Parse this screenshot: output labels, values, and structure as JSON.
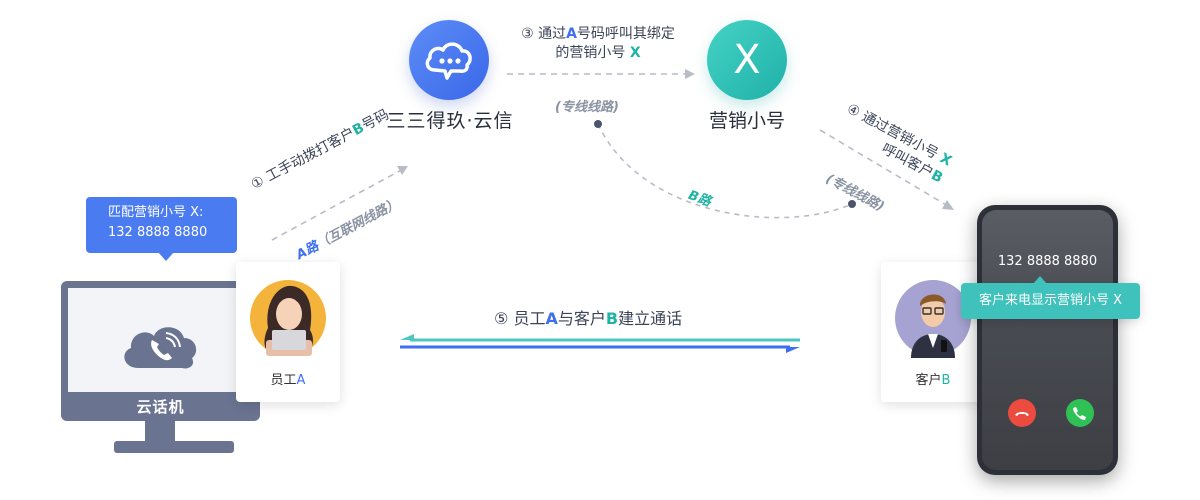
{
  "brand": {
    "name": "云信",
    "logo_prefix": "三三得玖·"
  },
  "nodes": {
    "x_circle_text": "X",
    "x_label": "营销小号",
    "monitor_label": "云话机",
    "employee_label_prefix": "员工",
    "employee_label_letter": "A",
    "customer_label_prefix": "客户",
    "customer_label_letter": "B"
  },
  "popup": {
    "line1": "匹配营销小号 X:",
    "line2": "132 8888 8880"
  },
  "phone": {
    "number": "132 8888 8880",
    "tip": "客户来电显示营销小号 X"
  },
  "steps": {
    "s1": {
      "num": "①",
      "pre": "工手动拨打客户",
      "letter": "B",
      "post": "号码"
    },
    "s1_route": {
      "letter": "A",
      "word": "路",
      "note": "（互联网线路）"
    },
    "s3": {
      "num": "③",
      "pre": "通过",
      "letter": "A",
      "mid": "号码呼叫其绑定",
      "line2": "的营销小号",
      "x": "X"
    },
    "s3_note": "(专线线路)",
    "s4": {
      "num": "④",
      "line1": "通过营销小号",
      "x": "X",
      "line2": "呼叫客户",
      "letter": "B"
    },
    "s4_note": "(专线线路)",
    "b_route": {
      "letter": "B",
      "word": "路"
    },
    "s5": {
      "num": "⑤",
      "pre": "员工",
      "a": "A",
      "mid": "与客户",
      "b": "B",
      "post": "建立通话"
    }
  },
  "colors": {
    "blue": "#3e6ff1",
    "teal": "#1fb3a3",
    "gray": "#8a93a3"
  }
}
